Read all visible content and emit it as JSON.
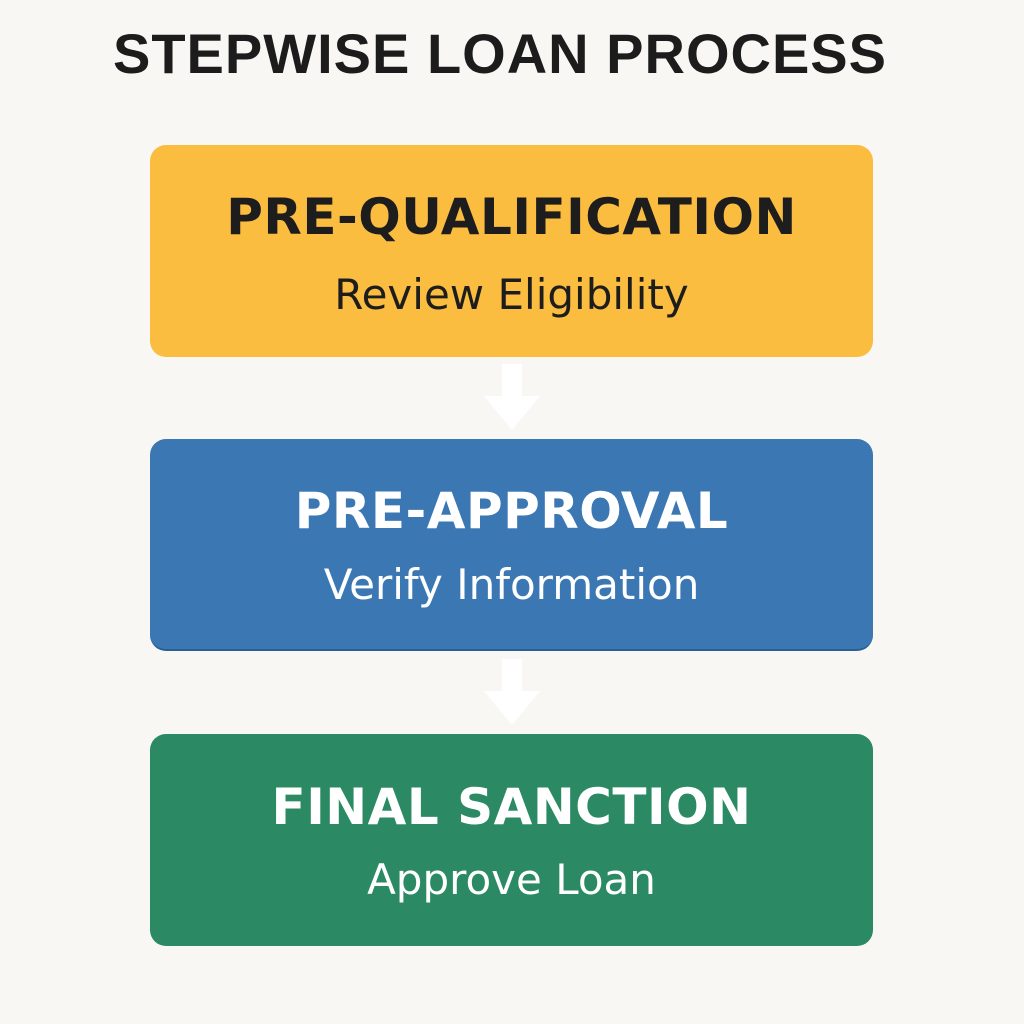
{
  "title": "STEPWISE LOAN PROCESS",
  "steps": [
    {
      "title": "PRE-QUALIFICATION",
      "subtitle": "Review Eligibility",
      "color": "#fbbd40",
      "text_color": "#1d1d1d"
    },
    {
      "title": "PRE-APPROVAL",
      "subtitle": "Verify Information",
      "color": "#3b77b2",
      "text_color": "#ffffff"
    },
    {
      "title": "FINAL SANCTION",
      "subtitle": "Approve Loan",
      "color": "#2b8a63",
      "text_color": "#ffffff"
    }
  ],
  "connectors": [
    {
      "icon": "arrow-down-icon",
      "color": "#ffffff"
    },
    {
      "icon": "arrow-down-icon",
      "color": "#ffffff"
    }
  ],
  "background": "#f8f7f4"
}
